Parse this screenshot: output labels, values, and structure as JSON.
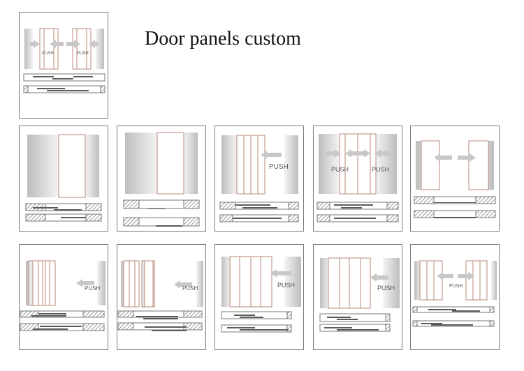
{
  "title": "Door panels custom",
  "push_label": "PUSH",
  "colors": {
    "frame": "#7a7a7a",
    "panel_line": "#b88a7a",
    "wall_dark": "#bdbdbd",
    "wall_light": "#f4f4f4",
    "arrow": "#c8c8c8",
    "track_dark": "#5a5a5a",
    "hatch": "#9a9a9a"
  },
  "icons": [
    "push-arrow-icon",
    "hatched-track-icon",
    "wall-gradient"
  ]
}
